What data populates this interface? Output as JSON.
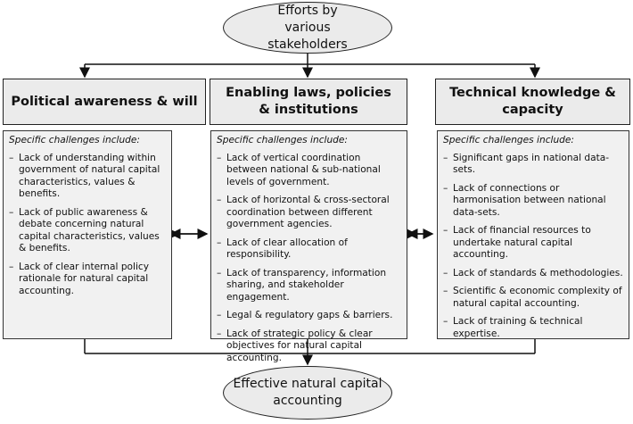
{
  "top_node": "Efforts by various stakeholders",
  "bottom_node": "Effective natural capital accounting",
  "columns": [
    {
      "title": "Political awareness & will",
      "lead": "Specific challenges include:",
      "items": [
        "Lack of understanding within government of natural capital characteristics, values & benefits.",
        "Lack of public awareness & debate concerning natural capital characteristics, values & benefits.",
        "Lack of clear internal policy rationale for natural capital accounting."
      ]
    },
    {
      "title": "Enabling laws, policies & institutions",
      "lead": "Specific challenges include:",
      "items": [
        "Lack of vertical coordination between national & sub-national levels of government.",
        "Lack of horizontal & cross-sectoral coordination between different government agencies.",
        "Lack of clear allocation of responsibility.",
        "Lack of transparency, information sharing, and stakeholder engagement.",
        "Legal & regulatory gaps & barriers.",
        "Lack of strategic policy & clear objectives for natural capital accounting."
      ]
    },
    {
      "title": "Technical knowledge & capacity",
      "lead": "Specific challenges include:",
      "items": [
        "Significant gaps in national data-sets.",
        "Lack of connections or harmonisation between national data-sets.",
        "Lack of financial resources to undertake natural capital accounting.",
        "Lack of standards & methodologies.",
        "Scientific & economic complexity of natural capital accounting.",
        "Lack of training & technical expertise."
      ]
    }
  ]
}
